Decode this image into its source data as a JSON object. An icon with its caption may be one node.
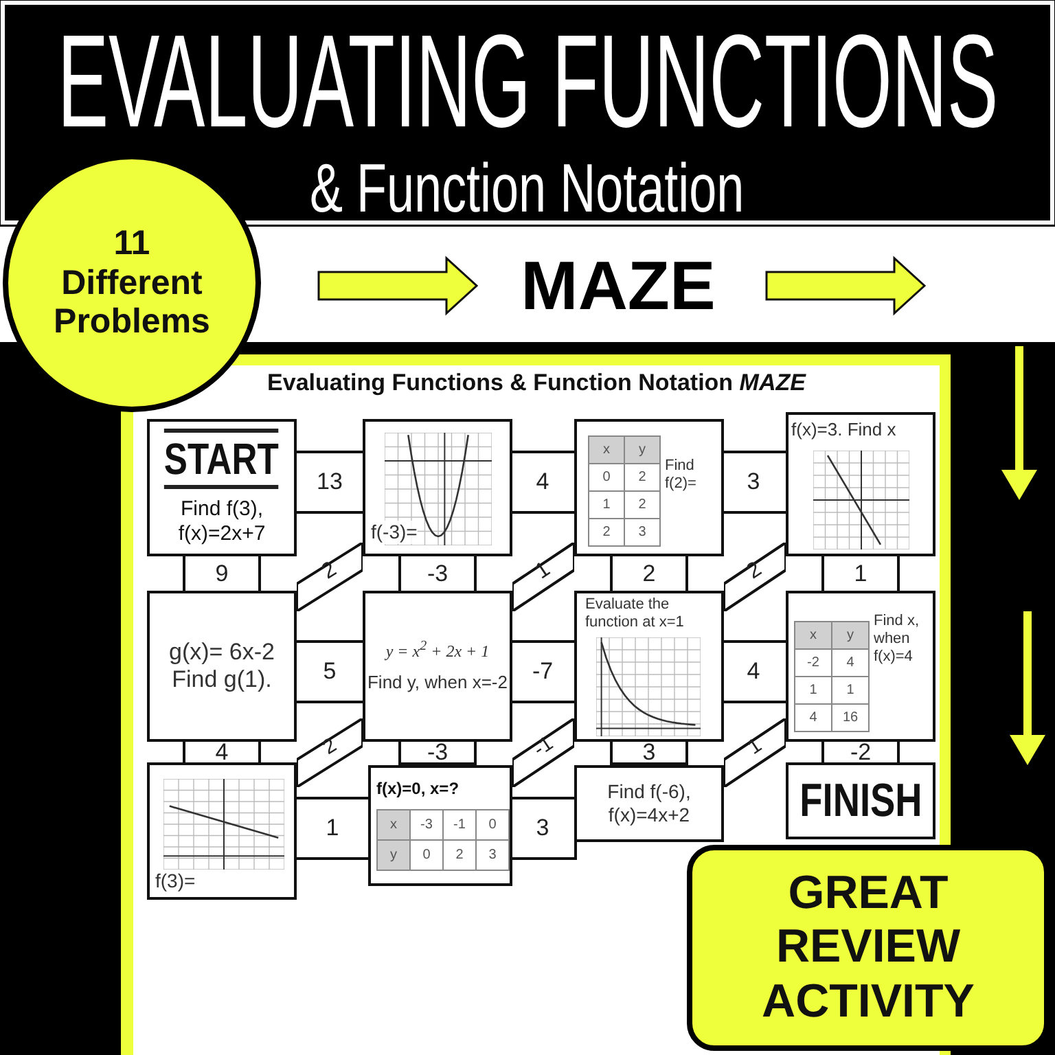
{
  "diagram": {
    "title": "EVALUATING FUNCTIONS",
    "nodes": [
      {
        "text": [
          "11 Different Problems"
        ]
      },
      {
        "text": [
          "START",
          "Find f(3), f(x)=2x+7"
        ]
      },
      {
        "text": [
          "f(-3)="
        ]
      },
      {
        "text": [
          "x",
          "y",
          "0",
          "2",
          "1",
          "2",
          "2",
          "3",
          "Find f(2)="
        ]
      },
      {
        "text": [
          "f(x)=3. Find x"
        ]
      },
      {
        "text": [
          "g(x)= 6x-2 Find g(1)."
        ]
      },
      {
        "text": [
          "y = x$^{2}$ + 2x + 1",
          "Find y, when x=-2"
        ]
      },
      {
        "text": [
          "Evaluate the function at x=1"
        ]
      },
      {
        "text": [
          "x",
          "y",
          "-2",
          "4",
          "1",
          "1",
          "4",
          "16",
          "Find x, when f(x)=4"
        ]
      },
      {
        "text": [
          "f(3)="
        ]
      },
      {
        "text": [
          "f(x)=0, x=?",
          "x",
          "-3",
          "-1",
          "0",
          "y",
          "0",
          "2",
          "3"
        ]
      },
      {
        "text": [
          "Find f(-6), f(x)=4x+2"
        ]
      },
      {
        "text": [
          "FINISH"
        ]
      },
      {
        "text": [
          "GREAT REVIEW ACTIVITY"
        ]
      },
      {
        "text": [
          "13"
        ]
      },
      {
        "text": [
          "4"
        ]
      },
      {
        "text": [
          "3"
        ]
      },
      {
        "text": [
          "9"
        ]
      },
      {
        "text": [
          "-3"
        ]
      },
      {
        "text": [
          "2"
        ]
      },
      {
        "text": [
          "1"
        ]
      },
      {
        "text": [
          "2"
        ]
      },
      {
        "text": [
          "1"
        ]
      },
      {
        "text": [
          "2"
        ]
      },
      {
        "text": [
          "5"
        ]
      },
      {
        "text": [
          "-7"
        ]
      },
      {
        "text": [
          "4"
        ]
      },
      {
        "text": [
          "4"
        ]
      },
      {
        "text": [
          "-3"
        ]
      },
      {
        "text": [
          "3"
        ]
      },
      {
        "text": [
          "-2"
        ]
      },
      {
        "text": [
          "2"
        ]
      },
      {
        "text": [
          "-1"
        ]
      },
      {
        "text": [
          "1"
        ]
      },
      {
        "text": [
          "1"
        ]
      },
      {
        "text": [
          "3"
        ]
      }
    ],
    "labels": [
      "& Function Notation",
      "MAZE",
      "Evaluating Functions & Function Notation *MAZE*"
    ]
  }
}
